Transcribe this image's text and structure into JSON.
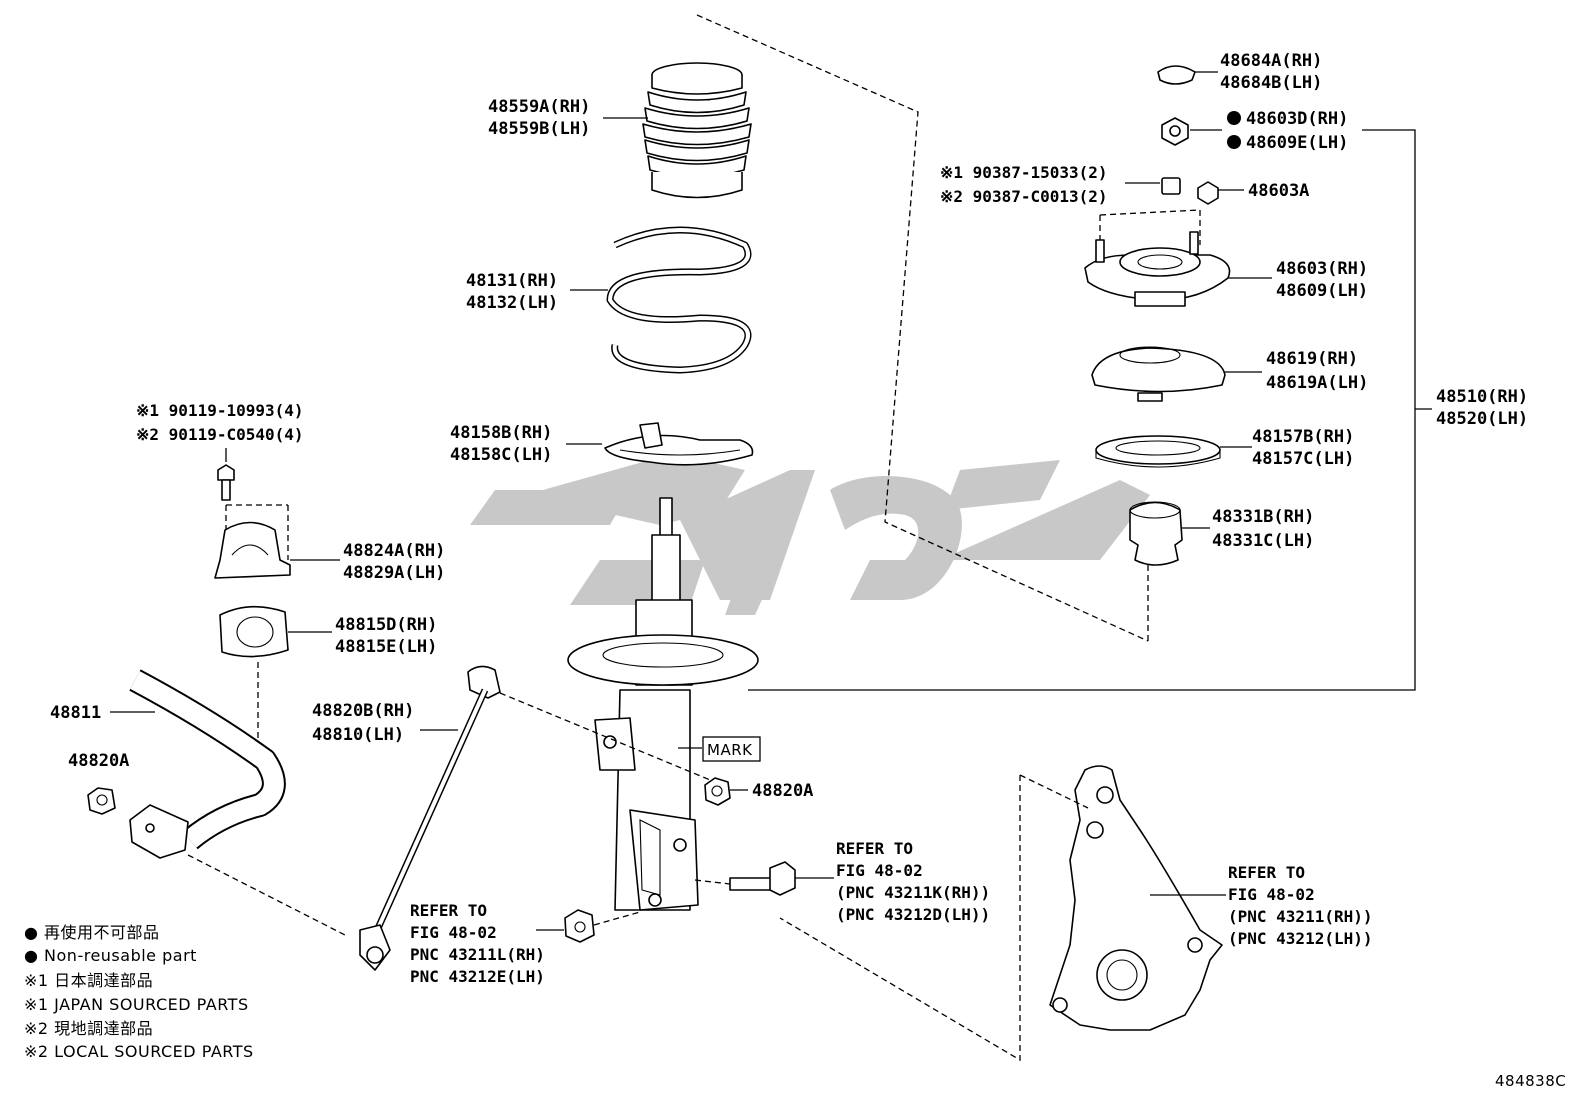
{
  "labels": {
    "p48559": [
      "48559A(RH)",
      "48559B(LH)"
    ],
    "p48131": [
      "48131(RH)",
      "48132(LH)"
    ],
    "p48158": [
      "48158B(RH)",
      "48158C(LH)"
    ],
    "bolt_90119": [
      "※1 90119-10993(4)",
      "※2 90119-C0540(4)"
    ],
    "p48824": [
      "48824A(RH)",
      "48829A(LH)"
    ],
    "p48815": [
      "48815D(RH)",
      "48815E(LH)"
    ],
    "p48811": "48811",
    "p48820A_left": "48820A",
    "p48820B": [
      "48820B(RH)",
      "48810(LH)"
    ],
    "mark": "MARK",
    "p48820A_right": "48820A",
    "refer_nut": [
      "REFER TO",
      "FIG 48-02",
      "PNC 43211L(RH)",
      "PNC 43212E(LH)"
    ],
    "refer_bolt": [
      "REFER TO",
      "FIG 48-02",
      "(PNC 43211K(RH))",
      "(PNC 43212D(LH))"
    ],
    "refer_knuckle": [
      "REFER TO",
      "FIG 48-02",
      "(PNC 43211(RH))",
      "(PNC 43212(LH))"
    ],
    "p48684": [
      "48684A(RH)",
      "48684B(LH)"
    ],
    "p48603D": [
      "48603D(RH)",
      "48609E(LH)"
    ],
    "nut_90387": [
      "※1 90387-15033(2)",
      "※2 90387-C0013(2)"
    ],
    "p48603A": "48603A",
    "p48603": [
      "48603(RH)",
      "48609(LH)"
    ],
    "p48619": [
      "48619(RH)",
      "48619A(LH)"
    ],
    "p48157": [
      "48157B(RH)",
      "48157C(LH)"
    ],
    "p48331": [
      "48331B(RH)",
      "48331C(LH)"
    ],
    "p48510": [
      "48510(RH)",
      "48520(LH)"
    ]
  },
  "legend": [
    "● 再使用不可部品",
    "● Non-reusable part",
    "※1 日本調達部品",
    "※1 JAPAN SOURCED PARTS",
    "※2 現地調達部品",
    "※2 LOCAL SOURCED PARTS"
  ],
  "figure_id": "484838C",
  "colors": {
    "line": "#000000",
    "watermark": "#c8c8c8",
    "background": "#ffffff"
  }
}
